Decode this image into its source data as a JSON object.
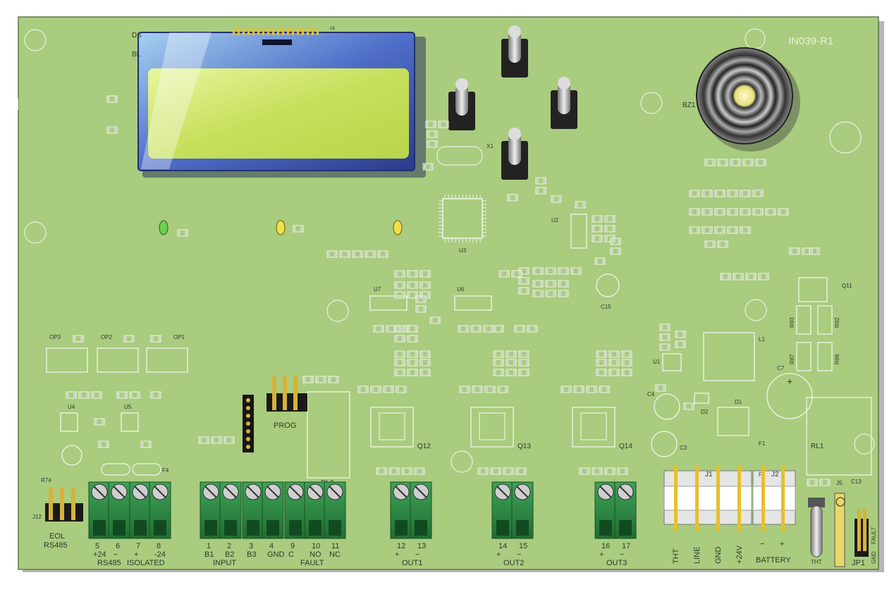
{
  "board": {
    "id": "IN039-R1",
    "colors": {
      "board": "#a9cc7f",
      "terminal": "#2e8a43",
      "silk": "#ffffff",
      "lcd": "#c8e66b"
    }
  },
  "labels": {
    "ds": "DS",
    "bl": "BL",
    "pin16": "16",
    "bz1": "BZ1",
    "x1": "X1",
    "u2": "U2",
    "u3": "U3",
    "u6": "U6",
    "u7": "U7",
    "c15": "C15",
    "l1": "L1",
    "u1": "U1",
    "c7": "C7",
    "c4": "C4",
    "c3": "C3",
    "d1": "D1",
    "d2": "D2",
    "f1": "F1",
    "f2": "F2",
    "f4": "F4",
    "rl1": "RL1",
    "rl2": "RL2",
    "q11": "Q11",
    "q12": "Q12",
    "q13": "Q13",
    "q14": "Q14",
    "op1": "OP1",
    "op2": "OP2",
    "op3": "OP3",
    "u4": "U4",
    "u5": "U5",
    "j1": "J1",
    "j2": "J2",
    "j5": "J5",
    "j12": "J12",
    "jp1": "JP1",
    "r74": "R74",
    "c13": "C13",
    "prog": "PROG",
    "eol": "EOL",
    "rs485": "RS485",
    "r93": "R93",
    "r92": "R92",
    "r87": "R87",
    "r86": "R86"
  },
  "terminals": {
    "numbers": [
      "5",
      "6",
      "7",
      "8",
      "1",
      "2",
      "3",
      "4",
      "9",
      "10",
      "11",
      "12",
      "13",
      "14",
      "15",
      "16",
      "17"
    ],
    "signals": [
      "+24",
      "−",
      "+",
      "-24",
      "B1",
      "B2",
      "B3",
      "GND",
      "C",
      "NO",
      "NC",
      "+",
      "−",
      "+",
      "−",
      "+",
      "−"
    ],
    "groups": [
      "RS485",
      "ISOLATED",
      "INPUT",
      "FAULT",
      "OUT1",
      "OUT2",
      "OUT3"
    ]
  },
  "power_labels": [
    "THT",
    "LINE",
    "GND",
    "+24V",
    "−",
    "+"
  ],
  "battery": "BATTERY",
  "tht": "THT",
  "jp1_labels": [
    "GND",
    "FAULT"
  ]
}
